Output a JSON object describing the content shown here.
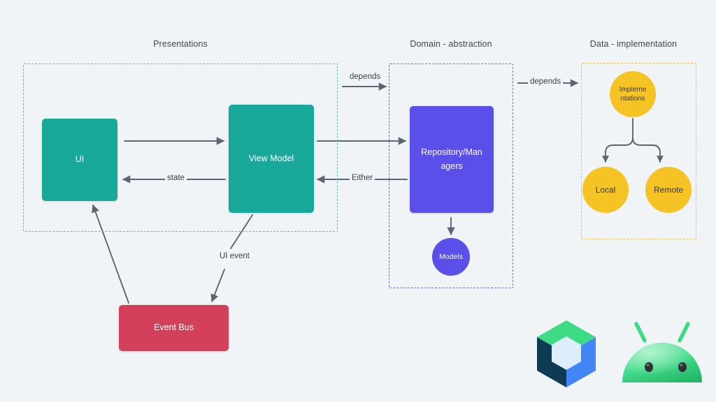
{
  "diagram": {
    "background_color": "#f1f4f7",
    "groups": [
      {
        "id": "presentations",
        "title": "Presentations",
        "border_color": "#74b0a8"
      },
      {
        "id": "domain",
        "title": "Domain - abstraction",
        "border_color": "#6f6fd8"
      },
      {
        "id": "data",
        "title": "Data - implementation",
        "border_color": "#e8c04e"
      }
    ],
    "nodes": [
      {
        "id": "ui",
        "label": "UI",
        "shape": "rect",
        "color": "#19A99A"
      },
      {
        "id": "viewmodel",
        "label": "View Model",
        "shape": "rect",
        "color": "#19A99A"
      },
      {
        "id": "repository",
        "label": "Repository/Man\nagers",
        "shape": "rect",
        "color": "#5B4FE9"
      },
      {
        "id": "eventbus",
        "label": "Event Bus",
        "shape": "rect",
        "color": "#D2405A"
      },
      {
        "id": "models",
        "label": "Models",
        "shape": "circle",
        "color": "#5B4FE9"
      },
      {
        "id": "implementations",
        "label": "Impleme\nntations",
        "shape": "circle",
        "color": "#F6C324"
      },
      {
        "id": "local",
        "label": "Local",
        "shape": "circle",
        "color": "#F6C324"
      },
      {
        "id": "remote",
        "label": "Remote",
        "shape": "circle",
        "color": "#F6C324"
      }
    ],
    "edges": [
      {
        "id": "ui-to-viewmodel",
        "from": "ui",
        "to": "viewmodel",
        "label": ""
      },
      {
        "id": "viewmodel-to-ui",
        "from": "viewmodel",
        "to": "ui",
        "label": "state"
      },
      {
        "id": "presentations-depends",
        "from": "presentations",
        "to": "domain",
        "label": "depends"
      },
      {
        "id": "viewmodel-to-repo",
        "from": "viewmodel",
        "to": "repository",
        "label": ""
      },
      {
        "id": "repo-to-viewmodel",
        "from": "repository",
        "to": "viewmodel",
        "label": "Either"
      },
      {
        "id": "domain-depends",
        "from": "domain",
        "to": "data",
        "label": "depends"
      },
      {
        "id": "repo-to-models",
        "from": "repository",
        "to": "models",
        "label": ""
      },
      {
        "id": "viewmodel-to-eventbus",
        "from": "viewmodel",
        "to": "eventbus",
        "label": "UI event"
      },
      {
        "id": "eventbus-to-ui",
        "from": "eventbus",
        "to": "ui",
        "label": ""
      },
      {
        "id": "impl-to-local",
        "from": "implementations",
        "to": "local",
        "label": ""
      },
      {
        "id": "impl-to-remote",
        "from": "implementations",
        "to": "remote",
        "label": ""
      }
    ],
    "edge_color": "#5b6674",
    "labels": {
      "depends_1": "depends",
      "depends_2": "depends",
      "state": "state",
      "either": "Either",
      "ui_event": "UI event"
    },
    "logos": [
      {
        "id": "compose",
        "name": "jetpack-compose-logo",
        "colors": [
          "#3DDC84",
          "#4285F4",
          "#0E3B53",
          "#DDEEFB"
        ]
      },
      {
        "id": "android",
        "name": "android-logo",
        "colors": [
          "#3DDC84",
          "#2F3033"
        ]
      }
    ]
  }
}
